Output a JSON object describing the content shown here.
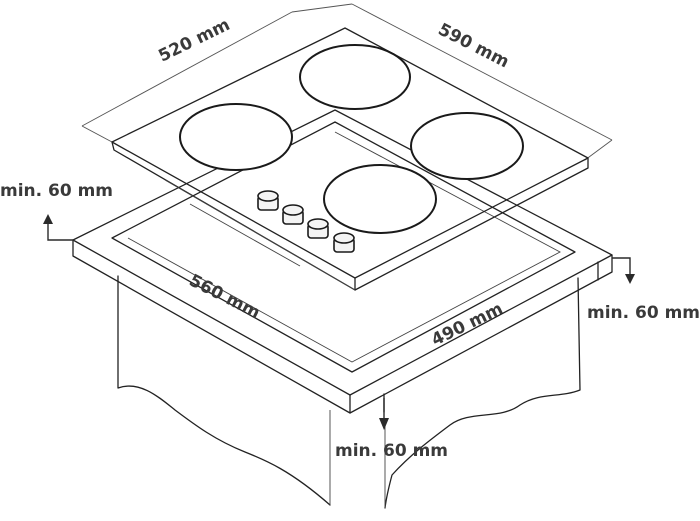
{
  "dimensions": {
    "hob_depth": "520 mm",
    "hob_width": "590 mm",
    "cutout_width": "560 mm",
    "cutout_depth": "490 mm",
    "clearance_back": "min. 60 mm",
    "clearance_side": "min. 60 mm",
    "clearance_front": "min. 60 mm"
  },
  "hob": {
    "burner_count": 4,
    "knob_count": 4
  }
}
